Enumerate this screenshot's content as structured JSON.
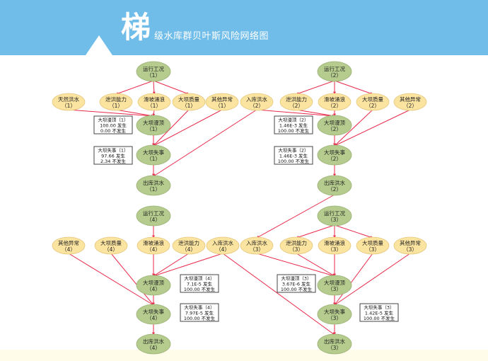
{
  "header": {
    "title_big_char": "梯",
    "title_rest": "级水库群贝叶斯风险网络图"
  },
  "colors": {
    "header_bg": "#70bde9",
    "green_node": "#b5cc8e",
    "yellow_node": "#fbe3a0",
    "edge": "#e8294a"
  },
  "nodes": [
    {
      "id": "yx1",
      "label": "运行工况",
      "sub": "（1）",
      "type": "green",
      "gx": 1,
      "row": 0
    },
    {
      "id": "trhs1",
      "label": "天然洪水",
      "sub": "（1）",
      "type": "yellow",
      "gx": 0,
      "row": 1
    },
    {
      "id": "xhnl1",
      "label": "泄洪能力",
      "sub": "（1）",
      "type": "yellow",
      "gx": 1,
      "row": 1
    },
    {
      "id": "hpyy1",
      "label": "滑坡涌浪",
      "sub": "（1）",
      "type": "yellow",
      "gx": 2,
      "row": 1
    },
    {
      "id": "dbzl1",
      "label": "大坝质量",
      "sub": "（1）",
      "type": "yellow",
      "gx": 3,
      "row": 1
    },
    {
      "id": "qtyc1",
      "label": "其他异常",
      "sub": "（1）",
      "type": "yellow",
      "gx": 4,
      "row": 1
    },
    {
      "id": "dbmd1",
      "label": "大坝漫顶",
      "sub": "（1）",
      "type": "green",
      "gx": 1,
      "row": 2
    },
    {
      "id": "dbss1",
      "label": "大坝失事",
      "sub": "（1）",
      "type": "green",
      "gx": 1,
      "row": 3
    },
    {
      "id": "ckhs1",
      "label": "出库洪水",
      "sub": "（1）",
      "type": "green",
      "gx": 1,
      "row": 4
    },
    {
      "id": "yx2",
      "label": "运行工况",
      "sub": "（2）",
      "type": "green",
      "gx": 2,
      "row": 0
    },
    {
      "id": "rkhs2",
      "label": "入库洪水",
      "sub": "（2）",
      "type": "yellow",
      "gx": 0,
      "row": 1
    },
    {
      "id": "xhnl2",
      "label": "泄洪能力",
      "sub": "（2）",
      "type": "yellow",
      "gx": 1,
      "row": 1
    },
    {
      "id": "hpyy2",
      "label": "滑坡涌浪",
      "sub": "（2）",
      "type": "yellow",
      "gx": 2,
      "row": 1
    },
    {
      "id": "dbzl2",
      "label": "大坝质量",
      "sub": "（2）",
      "type": "yellow",
      "gx": 3,
      "row": 1
    },
    {
      "id": "qtyc2",
      "label": "其他异常",
      "sub": "（2）",
      "type": "yellow",
      "gx": 4,
      "row": 1
    },
    {
      "id": "dbmd2",
      "label": "大坝漫顶",
      "sub": "（2）",
      "type": "green",
      "gx": 2,
      "row": 2
    },
    {
      "id": "dbss2",
      "label": "大坝失事",
      "sub": "（2）",
      "type": "green",
      "gx": 2,
      "row": 3
    },
    {
      "id": "ckhs2",
      "label": "出库洪水",
      "sub": "（2）",
      "type": "green",
      "gx": 2,
      "row": 4
    },
    {
      "id": "yx4",
      "label": "运行工况",
      "sub": "（4）",
      "type": "green",
      "gx": 2,
      "row": 5
    },
    {
      "id": "qtyc4",
      "label": "其他异常",
      "sub": "（4）",
      "type": "yellow",
      "gx": 0,
      "row": 6
    },
    {
      "id": "dbzl4",
      "label": "大坝质量",
      "sub": "（4）",
      "type": "yellow",
      "gx": 1,
      "row": 6
    },
    {
      "id": "hpyy4",
      "label": "滑坡涌浪",
      "sub": "（4）",
      "type": "yellow",
      "gx": 2,
      "row": 6
    },
    {
      "id": "xhnl4",
      "label": "泄洪能力",
      "sub": "（4）",
      "type": "yellow",
      "gx": 3,
      "row": 6
    },
    {
      "id": "rkhs4",
      "label": "入库洪水",
      "sub": "（4）",
      "type": "yellow",
      "gx": 4,
      "row": 6
    },
    {
      "id": "dbmd4",
      "label": "大坝漫顶",
      "sub": "（4）",
      "type": "green",
      "gx": 2,
      "row": 7
    },
    {
      "id": "dbss4",
      "label": "大坝失事",
      "sub": "（4）",
      "type": "green",
      "gx": 2,
      "row": 8
    },
    {
      "id": "ckhs4",
      "label": "出库洪水",
      "sub": "（4）",
      "type": "green",
      "gx": 2,
      "row": 9
    },
    {
      "id": "yx3",
      "label": "运行工况",
      "sub": "（3）",
      "type": "green",
      "gx": 2,
      "row": 5
    },
    {
      "id": "rkhs3",
      "label": "入库洪水",
      "sub": "（3）",
      "type": "yellow",
      "gx": 0,
      "row": 6
    },
    {
      "id": "xhnl3",
      "label": "泄洪能力",
      "sub": "（3）",
      "type": "yellow",
      "gx": 1,
      "row": 6
    },
    {
      "id": "hpyy3",
      "label": "滑坡涌浪",
      "sub": "（3）",
      "type": "yellow",
      "gx": 2,
      "row": 6
    },
    {
      "id": "dbzl3",
      "label": "大坝质量",
      "sub": "（3）",
      "type": "yellow",
      "gx": 3,
      "row": 6
    },
    {
      "id": "qtyc3",
      "label": "其他异常",
      "sub": "（3）",
      "type": "yellow",
      "gx": 4,
      "row": 6
    },
    {
      "id": "dbmd3",
      "label": "大坝漫顶",
      "sub": "（3）",
      "type": "green",
      "gx": 2,
      "row": 7
    },
    {
      "id": "dbss3",
      "label": "大坝失事",
      "sub": "（3）",
      "type": "green",
      "gx": 2,
      "row": 8
    },
    {
      "id": "ckhs3",
      "label": "出库洪水",
      "sub": "（3）",
      "type": "green",
      "gx": 2,
      "row": 9
    }
  ],
  "edges": [
    [
      "yx1",
      "xhnl1"
    ],
    [
      "yx1",
      "hpyy1"
    ],
    [
      "yx1",
      "dbzl1"
    ],
    [
      "trhs1",
      "dbmd1"
    ],
    [
      "xhnl1",
      "dbmd1"
    ],
    [
      "hpyy1",
      "dbmd1"
    ],
    [
      "dbmd1",
      "dbss1"
    ],
    [
      "dbzl1",
      "dbss1"
    ],
    [
      "qtyc1",
      "dbss1"
    ],
    [
      "dbss1",
      "ckhs1"
    ],
    [
      "rkhs2",
      "ckhs1"
    ],
    [
      "yx2",
      "xhnl2"
    ],
    [
      "yx2",
      "hpyy2"
    ],
    [
      "yx2",
      "dbzl2"
    ],
    [
      "rkhs2",
      "dbmd2"
    ],
    [
      "xhnl2",
      "dbmd2"
    ],
    [
      "hpyy2",
      "dbmd2"
    ],
    [
      "dbmd2",
      "dbss2"
    ],
    [
      "dbzl2",
      "dbss2"
    ],
    [
      "qtyc2",
      "dbss2"
    ],
    [
      "dbss2",
      "ckhs2"
    ],
    [
      "ckhs2",
      "rkhs3"
    ],
    [
      "yx4",
      "hpyy4"
    ],
    [
      "hpyy4",
      "dbmd4"
    ],
    [
      "xhnl4",
      "dbmd4"
    ],
    [
      "rkhs4",
      "dbmd4"
    ],
    [
      "dbmd4",
      "dbss4"
    ],
    [
      "qtyc4",
      "dbss4"
    ],
    [
      "dbzl4",
      "dbss4"
    ],
    [
      "dbss4",
      "ckhs4"
    ],
    [
      "rkhs4",
      "ckhs3"
    ],
    [
      "yx3",
      "xhnl3"
    ],
    [
      "yx3",
      "hpyy3"
    ],
    [
      "yx3",
      "dbzl3"
    ],
    [
      "rkhs3",
      "dbmd3"
    ],
    [
      "xhnl3",
      "dbmd3"
    ],
    [
      "hpyy3",
      "dbmd3"
    ],
    [
      "dbmd3",
      "dbss3"
    ],
    [
      "dbzl3",
      "dbss3"
    ],
    [
      "qtyc3",
      "dbss3"
    ],
    [
      "dbss3",
      "ckhs3"
    ]
  ],
  "prob_boxes": [
    {
      "id": "p_dbmd1",
      "title": "大坝漫顶（1）",
      "occur": "100.00 发生",
      "not_occur": "0.00 不发生"
    },
    {
      "id": "p_dbss1",
      "title": "大坝失事（1）",
      "occur": "97.66 发生",
      "not_occur": "2.34 不发生"
    },
    {
      "id": "p_dbmd2",
      "title": "大坝漫顶（2）",
      "occur": "1.46E-3 发生",
      "not_occur": "100.00 不发生"
    },
    {
      "id": "p_dbss2",
      "title": "大坝失事（2）",
      "occur": "1.46E-3 发生",
      "not_occur": "100.00 不发生"
    },
    {
      "id": "p_dbmd4",
      "title": "大坝漫顶（4）",
      "occur": "7.1E-5 发生",
      "not_occur": "100.00 不发生"
    },
    {
      "id": "p_dbss4",
      "title": "大坝失事（4）",
      "occur": "7.97E-5 发生",
      "not_occur": "100.00 不发生"
    },
    {
      "id": "p_dbmd3",
      "title": "大坝漫顶（3）",
      "occur": "3.67E-6 发生",
      "not_occur": "100.00 不发生"
    },
    {
      "id": "p_dbss3",
      "title": "大坝失事（3）",
      "occur": "1.42E-5 发生",
      "not_occur": "100.00 不发生"
    }
  ]
}
